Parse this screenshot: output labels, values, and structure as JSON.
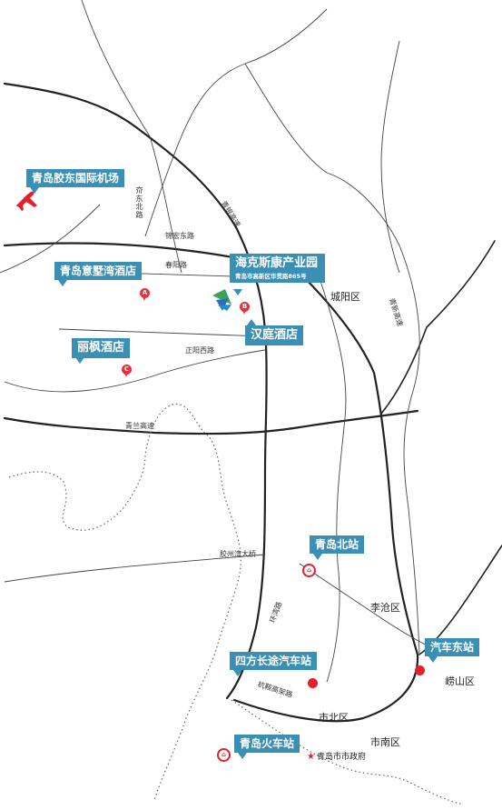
{
  "map": {
    "callouts": {
      "airport": "青岛胶东国际机场",
      "hotel_a": "青岛意墅湾酒店",
      "park_title": "海克斯康产业园",
      "park_address": "青岛市高新区华贯路865号",
      "hotel_b": "汉庭酒店",
      "hotel_c": "丽枫酒店",
      "north_station": "青岛北站",
      "bus_east": "汽车东站",
      "bus_sifang": "四方长途汽车站",
      "train_station": "青岛火车站"
    },
    "pins": {
      "a": "A",
      "b": "B",
      "c": "C"
    },
    "roads": {
      "jiaodong_north": "夼东北路",
      "qingyin": "青银高速",
      "jinhong_east": "锦宏东路",
      "chunyang": "春阳路",
      "zhengyang_west": "正阳西路",
      "qinglan": "青兰高速",
      "qingxin": "青新高速",
      "jiaozhouwan_bridge": "胶州湾大桥",
      "huanwan": "环湾路",
      "hangzhou_viaduct": "杭鞍高架路"
    },
    "districts": {
      "chengyang": "城阳区",
      "licang": "李沧区",
      "laoshan": "崂山区",
      "shibei": "市北区",
      "shinan": "市南区"
    },
    "landmarks": {
      "city_government": "青岛市市政府"
    },
    "colors": {
      "callout": "#3a8fb5",
      "marker_red": "#e5202c",
      "logo_green": "#3aa35a",
      "logo_blue": "#2b6fb7"
    },
    "icons": [
      "airplane-icon",
      "company-logo-icon",
      "train-station-icon",
      "star-icon"
    ]
  }
}
